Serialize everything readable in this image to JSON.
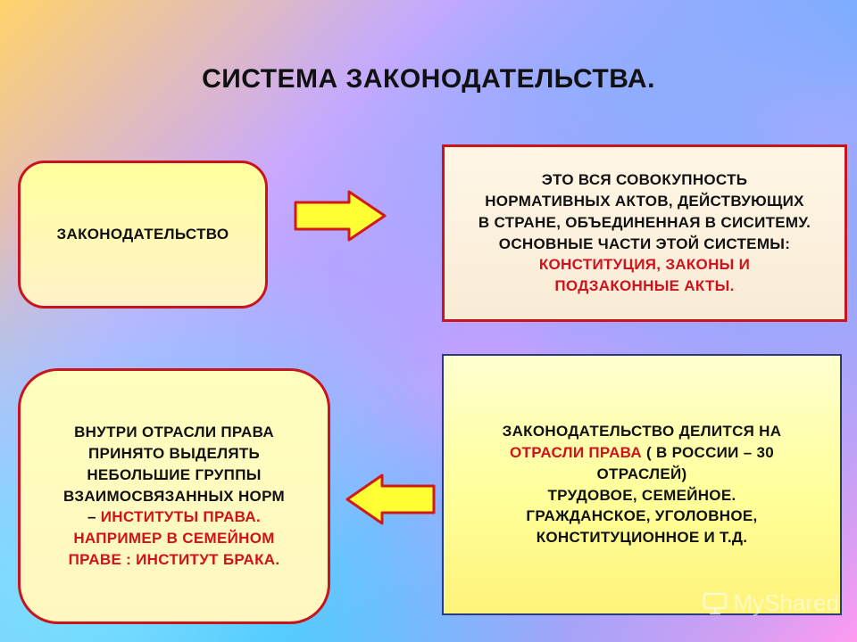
{
  "slide": {
    "title": "СИСТЕМА ЗАКОНОДАТЕЛЬСТВА."
  },
  "boxes": {
    "legislation": {
      "text": "ЗАКОНОДАТЕЛЬСТВО"
    },
    "definition": {
      "line1": "ЭТО ВСЯ СОВОКУПНОСТЬ",
      "line2": "НОРМАТИВНЫХ АКТОВ, ДЕЙСТВУЮЩИХ",
      "line3": "В СТРАНЕ, ОБЪЕДИНЕННАЯ В СИСИТЕМУ.",
      "line4": "ОСНОВНЫЕ ЧАСТИ ЭТОЙ СИСТЕМЫ:",
      "line5_red": "КОНСТИТУЦИЯ, ЗАКОНЫ И",
      "line6_red": "ПОДЗАКОННЫЕ АКТЫ."
    },
    "branches": {
      "line1": "ЗАКОНОДАТЕЛЬСТВО ДЕЛИТСЯ НА",
      "line2_red": "ОТРАСЛИ ПРАВА",
      "line2_rest": " ( В РОССИИ – 30",
      "line3": "ОТРАСЛЕЙ)",
      "line4": "ТРУДОВОЕ, СЕМЕЙНОЕ.",
      "line5": "ГРАЖДАНСКОЕ, УГОЛОВНОЕ,",
      "line6": "КОНСТИТУЦИОННОЕ И Т.Д."
    },
    "institutes": {
      "line1": "ВНУТРИ ОТРАСЛИ ПРАВА",
      "line2": "ПРИНЯТО ВЫДЕЛЯТЬ",
      "line3": "НЕБОЛЬШИЕ ГРУППЫ",
      "line4": "ВЗАИМОСВЯЗАННЫХ НОРМ",
      "line5_dash": "– ",
      "line5_red": "ИНСТИТУТЫ ПРАВА.",
      "line6_red": "НАПРИМЕР В СЕМЕЙНОМ",
      "line7_red": "ПРАВЕ : ИНСТИТУТ БРАКА."
    }
  },
  "watermark": {
    "text": "MyShared"
  },
  "icons": {
    "right_arrow": "right-arrow-icon",
    "left_arrow": "left-arrow-icon"
  },
  "colors": {
    "accent_red": "#d0121c",
    "border_red": "#c8141e",
    "arrow_fill": "#ffff33",
    "arrow_stroke": "#d01a1a"
  }
}
